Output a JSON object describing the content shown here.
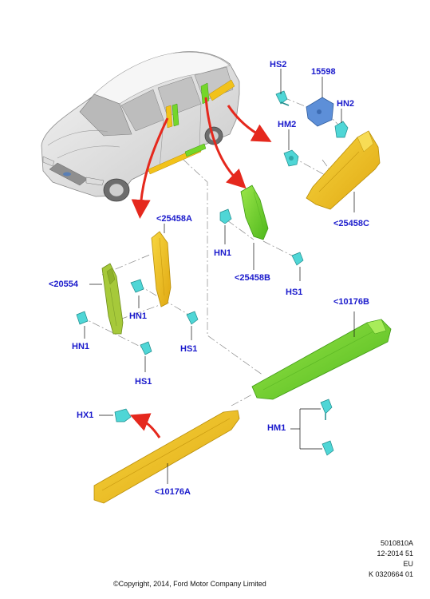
{
  "callouts": {
    "hs2": "HS2",
    "p15598": "15598",
    "hn2": "HN2",
    "hm2": "HM2",
    "p25458c": "<25458C",
    "p25458a": "<25458A",
    "hn1_mid": "HN1",
    "p25458b": "<25458B",
    "hs1_mid": "HS1",
    "p20554": "<20554",
    "hn1_left": "HN1",
    "hn1_left_low": "HN1",
    "hs1_left": "HS1",
    "hs1_left_low": "HS1",
    "p10176b": "<10176B",
    "hm1": "HM1",
    "hx1": "HX1",
    "p10176a": "<10176A"
  },
  "footer": {
    "code": "5010810A",
    "date": "12-2014 51",
    "region": "EU",
    "ref": "K 0320664 01",
    "copyright": "©Copyright, 2014, Ford Motor Company Limited"
  },
  "colors": {
    "callout": "#1a1acc",
    "arrow": "#e5281d",
    "part_yellow": "#f2c21a",
    "part_green": "#74d62a",
    "clip_cyan": "#4fd6d6",
    "bracket_blue": "#5d8fd8"
  }
}
